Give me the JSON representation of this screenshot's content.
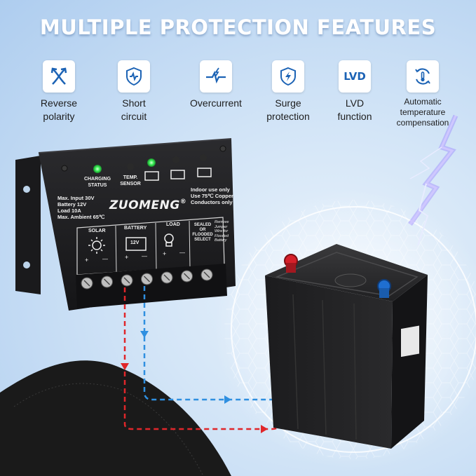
{
  "banner": {
    "title": "MULTIPLE PROTECTION FEATURES"
  },
  "features": [
    {
      "icon": "reverse-polarity-icon",
      "line1": "Reverse",
      "line2": "polarity"
    },
    {
      "icon": "short-circuit-icon",
      "line1": "Short",
      "line2": "circuit"
    },
    {
      "icon": "overcurrent-icon",
      "line1": "Overcurrent",
      "line2": ""
    },
    {
      "icon": "surge-protection-icon",
      "line1": "Surge",
      "line2": "protection"
    },
    {
      "icon": "lvd-icon",
      "icon_text": "LVD",
      "line1": "LVD",
      "line2": "function"
    },
    {
      "icon": "temperature-compensation-icon",
      "line1": "Automatic",
      "line2": "temperature",
      "line3": "compensation"
    }
  ],
  "controller": {
    "brand": "ZUOMENG",
    "registered": "®",
    "charging_status": [
      "CHARGING",
      "STATUS"
    ],
    "temp_sensor": [
      "TEMP.",
      "SENSOR"
    ],
    "specs": [
      "Max. Input 30V",
      "Battery 12V",
      "Load 10A",
      "Max. Ambient 65℃"
    ],
    "notice": [
      "Indoor use only",
      "Use 75℃ Copper",
      "Conductors only"
    ],
    "terminals": {
      "solar": "SOLAR",
      "battery": "BATTERY",
      "battery_voltage": "12V",
      "load": "LOAD",
      "battery_type": [
        "SEALED",
        "OR",
        "FLOODED",
        "SELECT"
      ],
      "jumper_note": [
        "Remove",
        "Jumper",
        "Wire for",
        "Flooded",
        "Battery"
      ],
      "plus": "+",
      "minus": "—"
    }
  },
  "colors": {
    "accent_blue": "#1c63b5",
    "led_green": "#3df15a",
    "positive_wire": "#e0262a",
    "negative_wire": "#2f8fe0",
    "device_body": "#1f1f21"
  }
}
